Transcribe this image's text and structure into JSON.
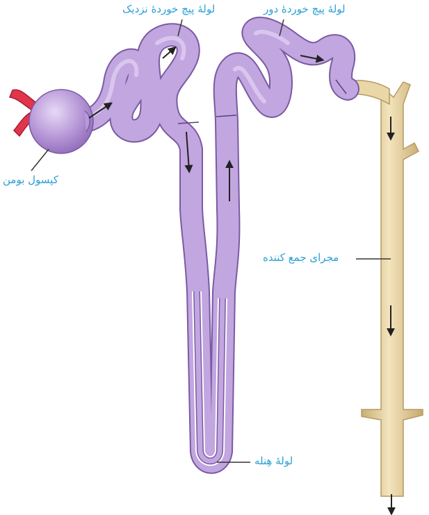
{
  "labels": {
    "proximal_tubule": "لولهٔ پیچ خوردهٔ نزدیک",
    "distal_tubule": "لولهٔ پیچ خوردهٔ دور",
    "bowman_capsule": "کپسول بومن",
    "collecting_duct": "مجرای جمع کننده",
    "loop_of_henle": "لولهٔ هِنله"
  },
  "colors": {
    "label_text": "#2a9fd6",
    "tubule_fill": "#b89ad8",
    "tubule_edge": "#7a5aa3",
    "duct_fill": "#ead7a8",
    "duct_edge": "#b59a63",
    "vessel_red": "#e0354b",
    "arrow": "#222222",
    "leader_line": "#333333"
  }
}
